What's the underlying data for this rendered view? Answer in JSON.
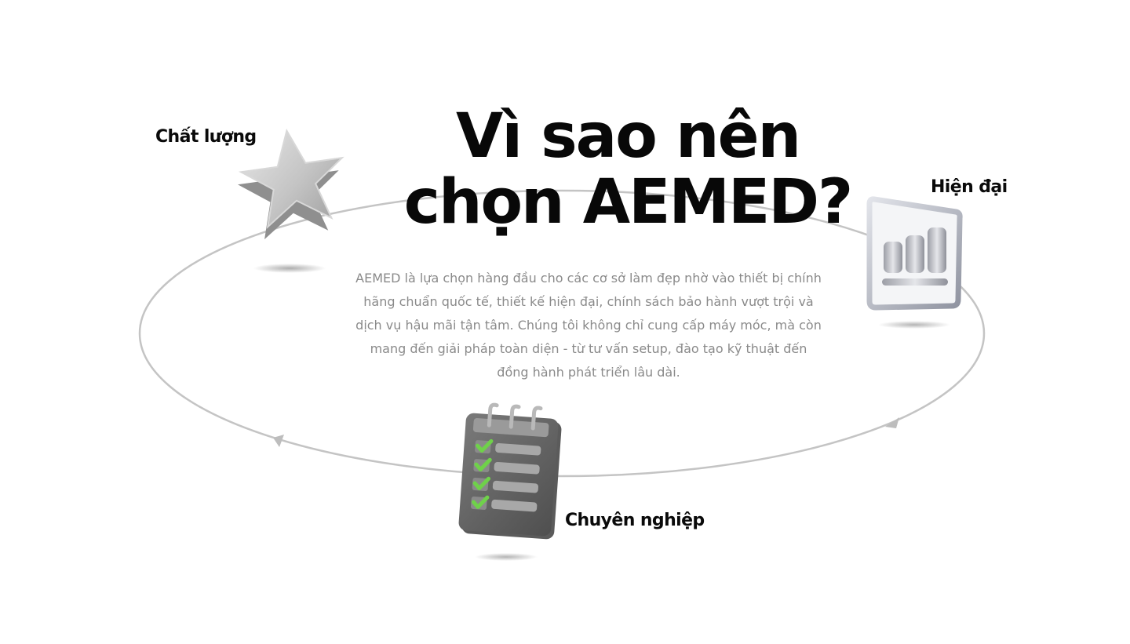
{
  "heading": {
    "line1": "Vì sao nên",
    "line2": "chọn AEMED?"
  },
  "description": "AEMED là lựa chọn hàng đầu cho các cơ sở làm đẹp nhờ vào thiết bị chính hãng chuẩn quốc tế, thiết kế hiện đại, chính sách bảo hành vượt trội và dịch vụ hậu mãi tận tâm. Chúng tôi không chỉ cung cấp máy móc, mà còn mang đến giải pháp toàn diện - từ tư vấn setup, đào tạo kỹ thuật đến đồng hành phát triển lâu dài.",
  "features": [
    {
      "label": "Chất lượng",
      "icon": "star-icon"
    },
    {
      "label": "Hiện đại",
      "icon": "bar-chart-icon"
    },
    {
      "label": "Chuyên nghiệp",
      "icon": "checklist-notepad-icon"
    }
  ],
  "colors": {
    "heading": "#080808",
    "description": "#8a8a8a",
    "orbit": "#c4c4c4",
    "icon_gray": "#bdbdbd",
    "check_green": "#6fd14a"
  }
}
